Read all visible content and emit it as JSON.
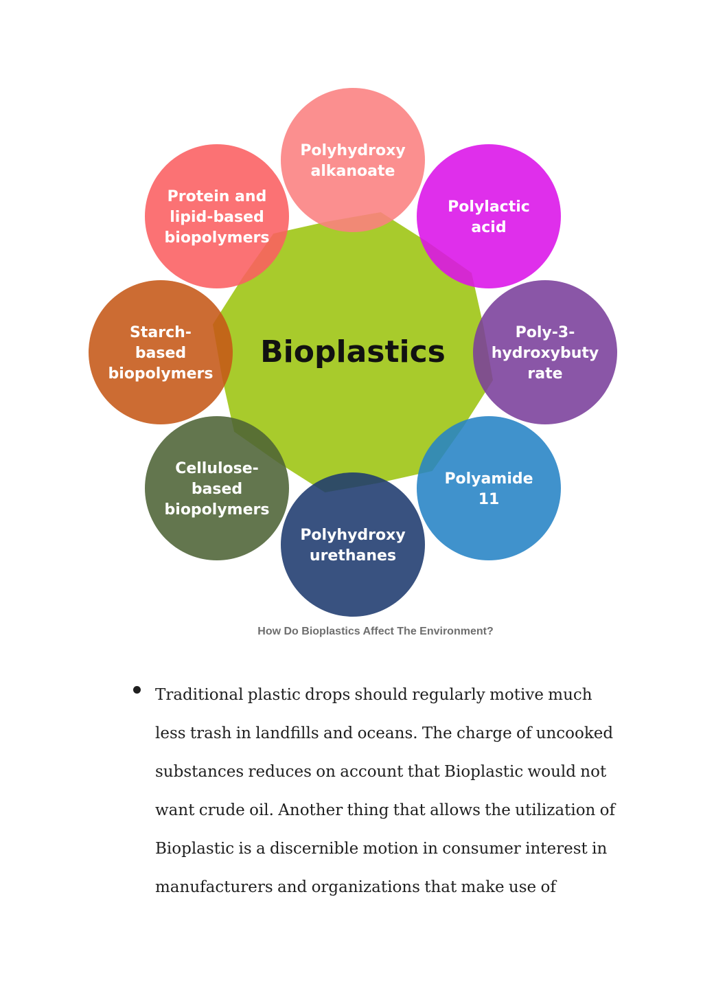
{
  "diagram": {
    "center_label": "Bioplastics",
    "center_color": "#a8cb2c",
    "nodes": [
      {
        "lines": [
          "Polyhydroxy",
          "alkanoate"
        ],
        "color": "#fb8080"
      },
      {
        "lines": [
          "Polylactic",
          "acid"
        ],
        "color": "#db12e8"
      },
      {
        "lines": [
          "Poly-3-",
          "hydroxybuty",
          "rate"
        ],
        "color": "#7a3f9b"
      },
      {
        "lines": [
          "Polyamide",
          "11"
        ],
        "color": "#2683c5"
      },
      {
        "lines": [
          "Polyhydroxy",
          "urethanes"
        ],
        "color": "#1e3a6e"
      },
      {
        "lines": [
          "Cellulose-",
          "based",
          "biopolymers"
        ],
        "color": "#4d6336"
      },
      {
        "lines": [
          "Starch-",
          "based",
          "biopolymers"
        ],
        "color": "#c55817"
      },
      {
        "lines": [
          "Protein and",
          "lipid-based",
          "biopolymers"
        ],
        "color": "#fa5f61"
      }
    ]
  },
  "caption": "How Do Bioplastics Affect The Environment?",
  "bullet": {
    "lines": [
      "Traditional plastic drops should regularly motive much",
      "less trash in landfills and oceans. The charge of uncooked",
      "substances reduces on account that Bioplastic would not",
      "want crude oil. Another thing that allows the utilization of",
      "Bioplastic is a discernible motion in consumer interest in",
      "manufacturers and organizations that make use of"
    ]
  }
}
